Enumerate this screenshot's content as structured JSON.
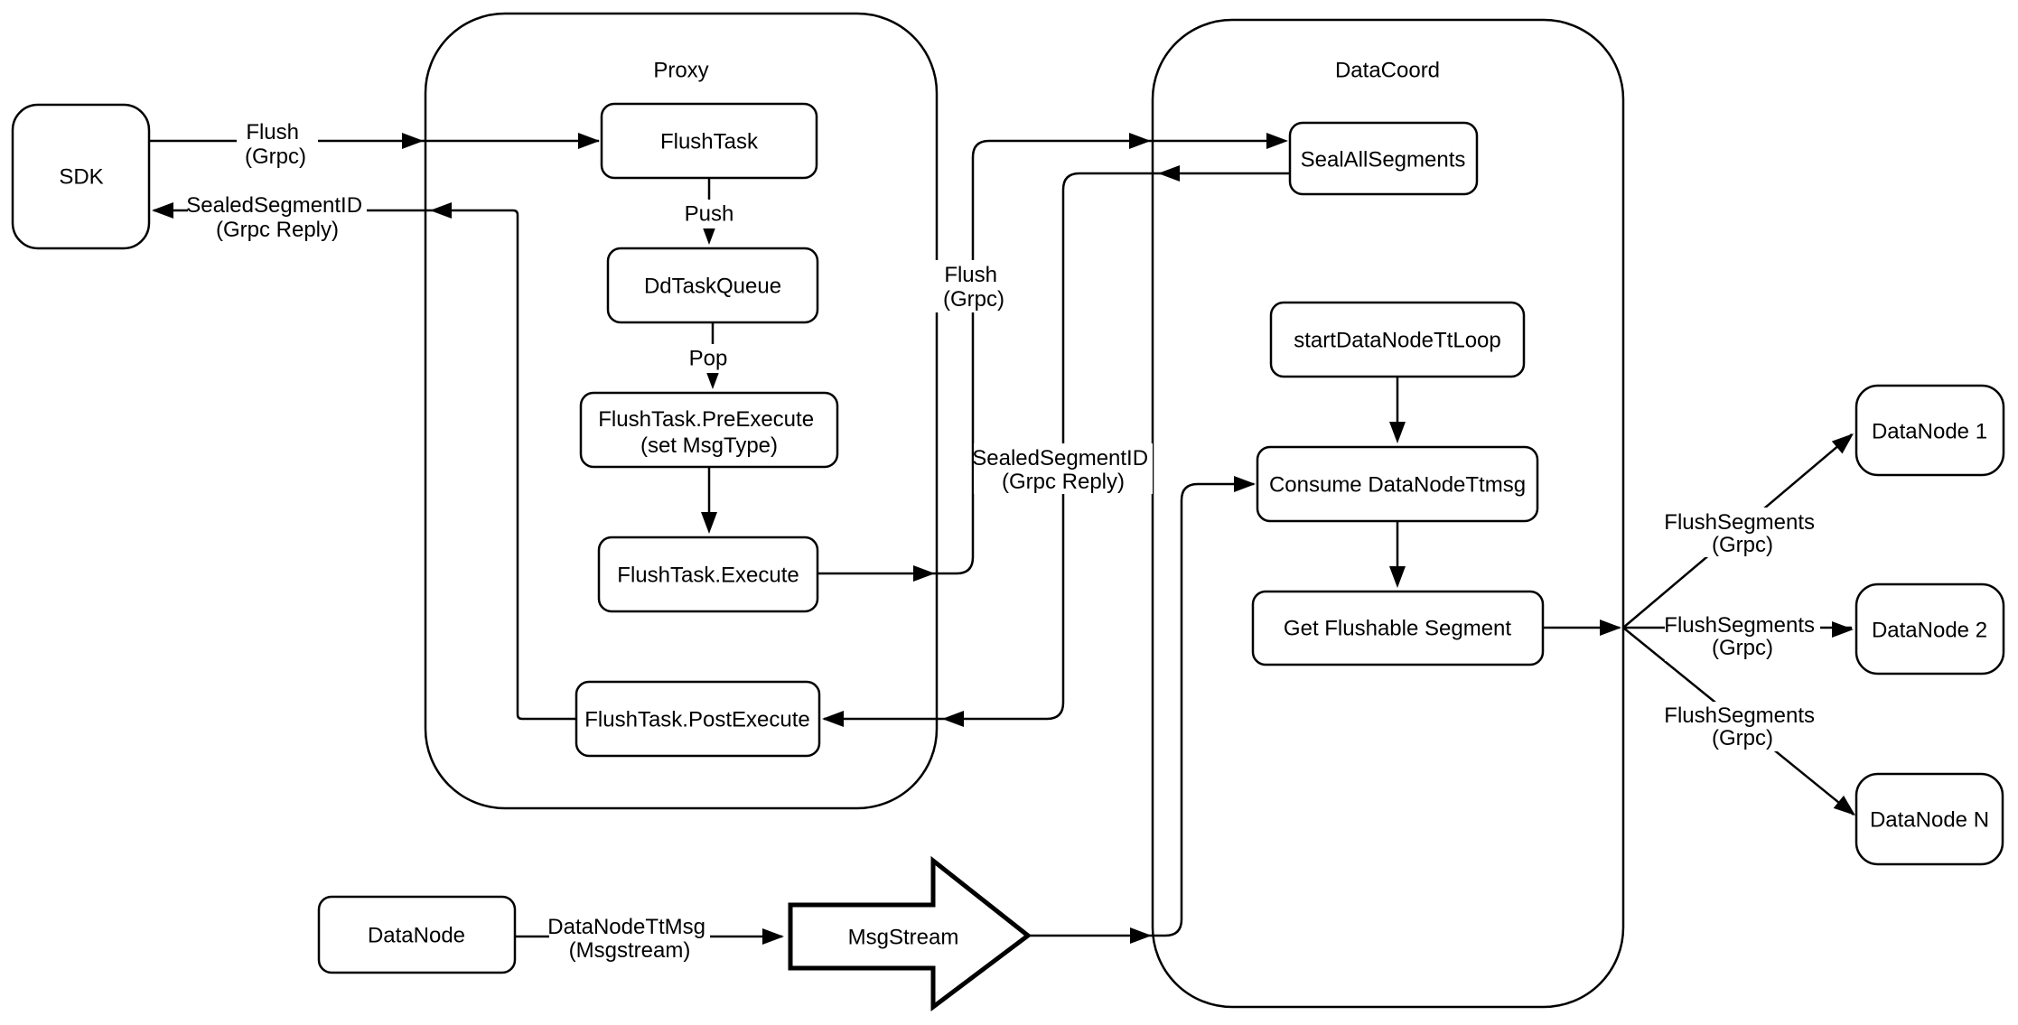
{
  "diagram": {
    "colors": {
      "background": "#ffffff",
      "line": "#000000",
      "text": "#000000"
    },
    "containers": {
      "proxy": {
        "label": "Proxy"
      },
      "datacoord": {
        "label": "DataCoord"
      }
    },
    "nodes": {
      "sdk": {
        "label": "SDK"
      },
      "flush_task": {
        "label": "FlushTask"
      },
      "dd_task_queue": {
        "label": "DdTaskQueue"
      },
      "flush_task_pre_execute": {
        "line1": "FlushTask.PreExecute",
        "line2": "(set MsgType)"
      },
      "flush_task_execute": {
        "label": "FlushTask.Execute"
      },
      "flush_task_post_execute": {
        "label": "FlushTask.PostExecute"
      },
      "seal_all_segments": {
        "label": "SealAllSegments"
      },
      "start_datanode_tt_loop": {
        "label": "startDataNodeTtLoop"
      },
      "consume_datanode_ttmsg": {
        "label": "Consume DataNodeTtmsg"
      },
      "get_flushable_segment": {
        "label": "Get Flushable Segment"
      },
      "datanode_1": {
        "label": "DataNode 1"
      },
      "datanode_2": {
        "label": "DataNode 2"
      },
      "datanode_n": {
        "label": "DataNode N"
      },
      "datanode": {
        "label": "DataNode"
      },
      "msgstream": {
        "label": "MsgStream"
      }
    },
    "edge_labels": {
      "flush_grpc_sdk": {
        "line1": "Flush",
        "line2": "(Grpc)"
      },
      "sealed_segment_id_sdk": {
        "line1": "SealedSegmentID",
        "line2": "(Grpc Reply)"
      },
      "push": {
        "label": "Push"
      },
      "pop": {
        "label": "Pop"
      },
      "flush_grpc_mid": {
        "line1": "Flush",
        "line2": "(Grpc)"
      },
      "sealed_segment_id_mid": {
        "line1": "SealedSegmentID",
        "line2": "(Grpc Reply)"
      },
      "flush_segments_1": {
        "line1": "FlushSegments",
        "line2": "(Grpc)"
      },
      "flush_segments_2": {
        "line1": "FlushSegments",
        "line2": "(Grpc)"
      },
      "flush_segments_3": {
        "line1": "FlushSegments",
        "line2": "(Grpc)"
      },
      "datanode_tt_msg": {
        "line1": "DataNodeTtMsg",
        "line2": "(Msgstream)"
      }
    }
  }
}
